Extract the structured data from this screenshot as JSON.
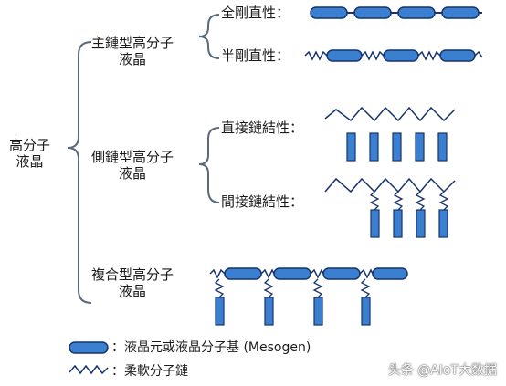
{
  "classification": {
    "root": [
      "高分子",
      "液晶"
    ],
    "main_chain": {
      "label": [
        "主鏈型高分子",
        "液晶"
      ],
      "full_rigid": "全剛直性：",
      "semi_rigid": "半剛直性："
    },
    "side_chain": {
      "label": [
        "側鏈型高分子",
        "液晶"
      ],
      "direct": "直接鏈結性：",
      "spaced": "間接鏈結性："
    },
    "composite": {
      "label": [
        "複合型高分子",
        "液晶"
      ]
    }
  },
  "legend": {
    "mesogen": "：液晶元或液晶分子基 (Mesogen)",
    "flexible": "：柔軟分子鏈"
  },
  "watermark": "头条 @AIoT大数据",
  "colors": {
    "mesogen_fill": "#3b7fd0",
    "mesogen_stroke": "#17346b",
    "chain": "#17346b",
    "brace": "#5a6a7a"
  }
}
